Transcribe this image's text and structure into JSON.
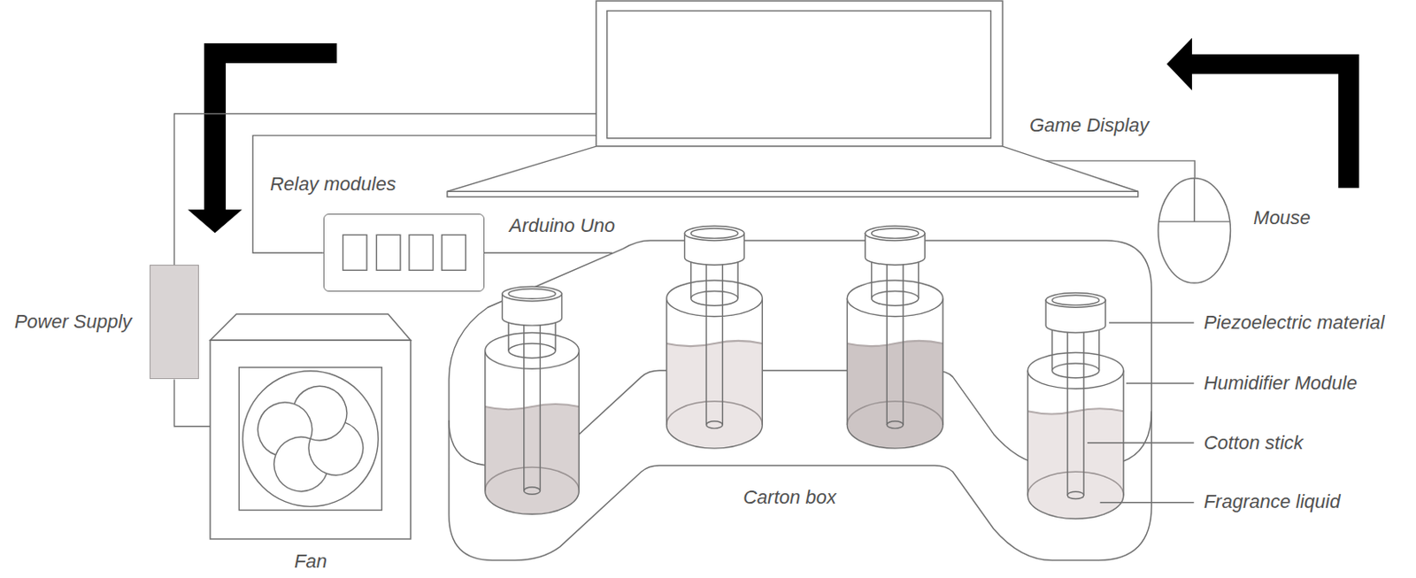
{
  "diagram": {
    "nodes": [
      {
        "text": [
          "Game Display"
        ]
      },
      {
        "text": [
          "Relay modules"
        ]
      },
      {
        "text": [
          "Power Supply"
        ]
      },
      {
        "text": [
          "Fan"
        ]
      },
      {
        "text": [
          "Mouse"
        ]
      },
      {
        "text": [
          "Carton box"
        ]
      }
    ],
    "edges": [
      {
        "from": 2,
        "to": 0,
        "arrow": "none"
      },
      {
        "from": 1,
        "to": 0,
        "arrow": "none"
      },
      {
        "from": 2,
        "to": 3,
        "arrow": "none"
      },
      {
        "from": 1,
        "to": 5,
        "label": "Arduino Uno",
        "arrow": "none"
      },
      {
        "from": 0,
        "to": 4,
        "arrow": "none"
      }
    ],
    "labels": [
      "Piezoelectric material",
      "Humidifier Module",
      "Cotton stick",
      "Fragrance liquid"
    ]
  }
}
